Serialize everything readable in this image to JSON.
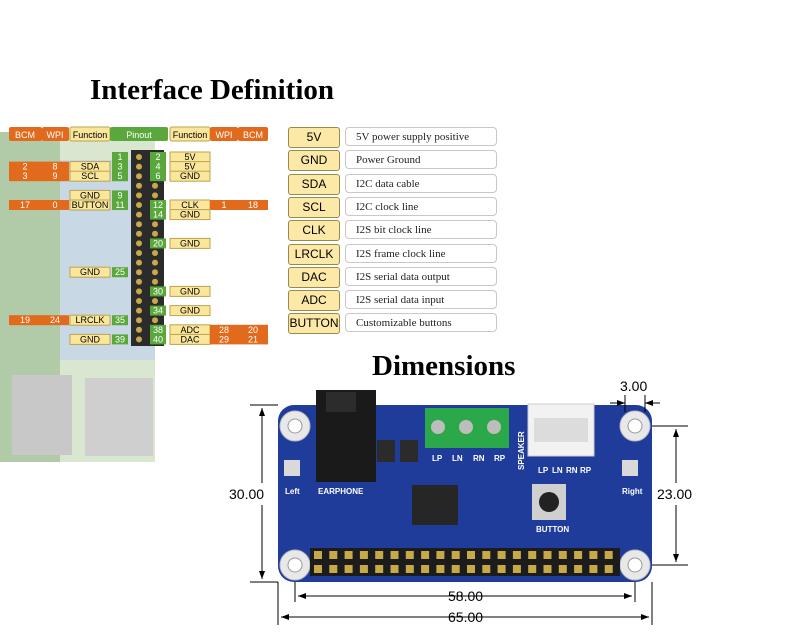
{
  "titles": {
    "interface": "Interface Definition",
    "dimensions": "Dimensions"
  },
  "pinout": {
    "headers": {
      "bcm": "BCM",
      "wpi": "WPI",
      "function": "Function",
      "pinout": "Pinout"
    },
    "left_pins": [
      {
        "bcm": "2",
        "wpi": "8",
        "func": "SDA",
        "pin": "3"
      },
      {
        "bcm": "3",
        "wpi": "9",
        "func": "SCL",
        "pin": "5"
      },
      {
        "func": "GND",
        "pin": "9"
      },
      {
        "bcm": "17",
        "wpi": "0",
        "func": "BUTTON",
        "pin": "11"
      },
      {
        "func": "GND",
        "pin": "25"
      },
      {
        "bcm": "19",
        "wpi": "24",
        "func": "LRCLK",
        "pin": "35"
      },
      {
        "func": "GND",
        "pin": "39"
      }
    ],
    "left_extra_pin": "1",
    "right_pins": [
      {
        "pin": "2",
        "func": "5V"
      },
      {
        "pin": "4",
        "func": "5V"
      },
      {
        "pin": "6",
        "func": "GND"
      },
      {
        "pin": "12",
        "func": "CLK",
        "wpi": "1",
        "bcm": "18"
      },
      {
        "pin": "14",
        "func": "GND"
      },
      {
        "pin": "20",
        "func": "GND"
      },
      {
        "pin": "30",
        "func": "GND"
      },
      {
        "pin": "34",
        "func": "GND"
      },
      {
        "pin": "38",
        "func": "ADC",
        "wpi": "28",
        "bcm": "20"
      },
      {
        "pin": "40",
        "func": "DAC",
        "wpi": "29",
        "bcm": "21"
      }
    ]
  },
  "definitions": [
    {
      "name": "5V",
      "desc": "5V power supply positive"
    },
    {
      "name": "GND",
      "desc": "Power Ground"
    },
    {
      "name": "SDA",
      "desc": "I2C data cable"
    },
    {
      "name": "SCL",
      "desc": "I2C clock line"
    },
    {
      "name": "CLK",
      "desc": "I2S bit clock line"
    },
    {
      "name": "LRCLK",
      "desc": "I2S frame clock line"
    },
    {
      "name": "DAC",
      "desc": "I2S serial data output"
    },
    {
      "name": "ADC",
      "desc": "I2S serial data input"
    },
    {
      "name": "BUTTON",
      "desc": "Customizable buttons"
    }
  ],
  "board": {
    "silkscreen": {
      "lp": "LP",
      "ln": "LN",
      "rn": "RN",
      "rp": "RP",
      "speaker": "SPEAKER",
      "left": "Left",
      "right": "Right",
      "earphone": "EARPHONE",
      "button": "BUTTON",
      "lp2": "LP",
      "ln2": "LN",
      "rn2": "RN",
      "rp2": "RP"
    },
    "colors": {
      "pcb": "#1f3c9a",
      "terminal": "#2aa84a",
      "header": "#1c1c1c"
    }
  },
  "dimensions": {
    "top": "3.00",
    "left": "30.00",
    "right": "23.00",
    "inner_width": "58.00",
    "outer_width": "65.00"
  }
}
